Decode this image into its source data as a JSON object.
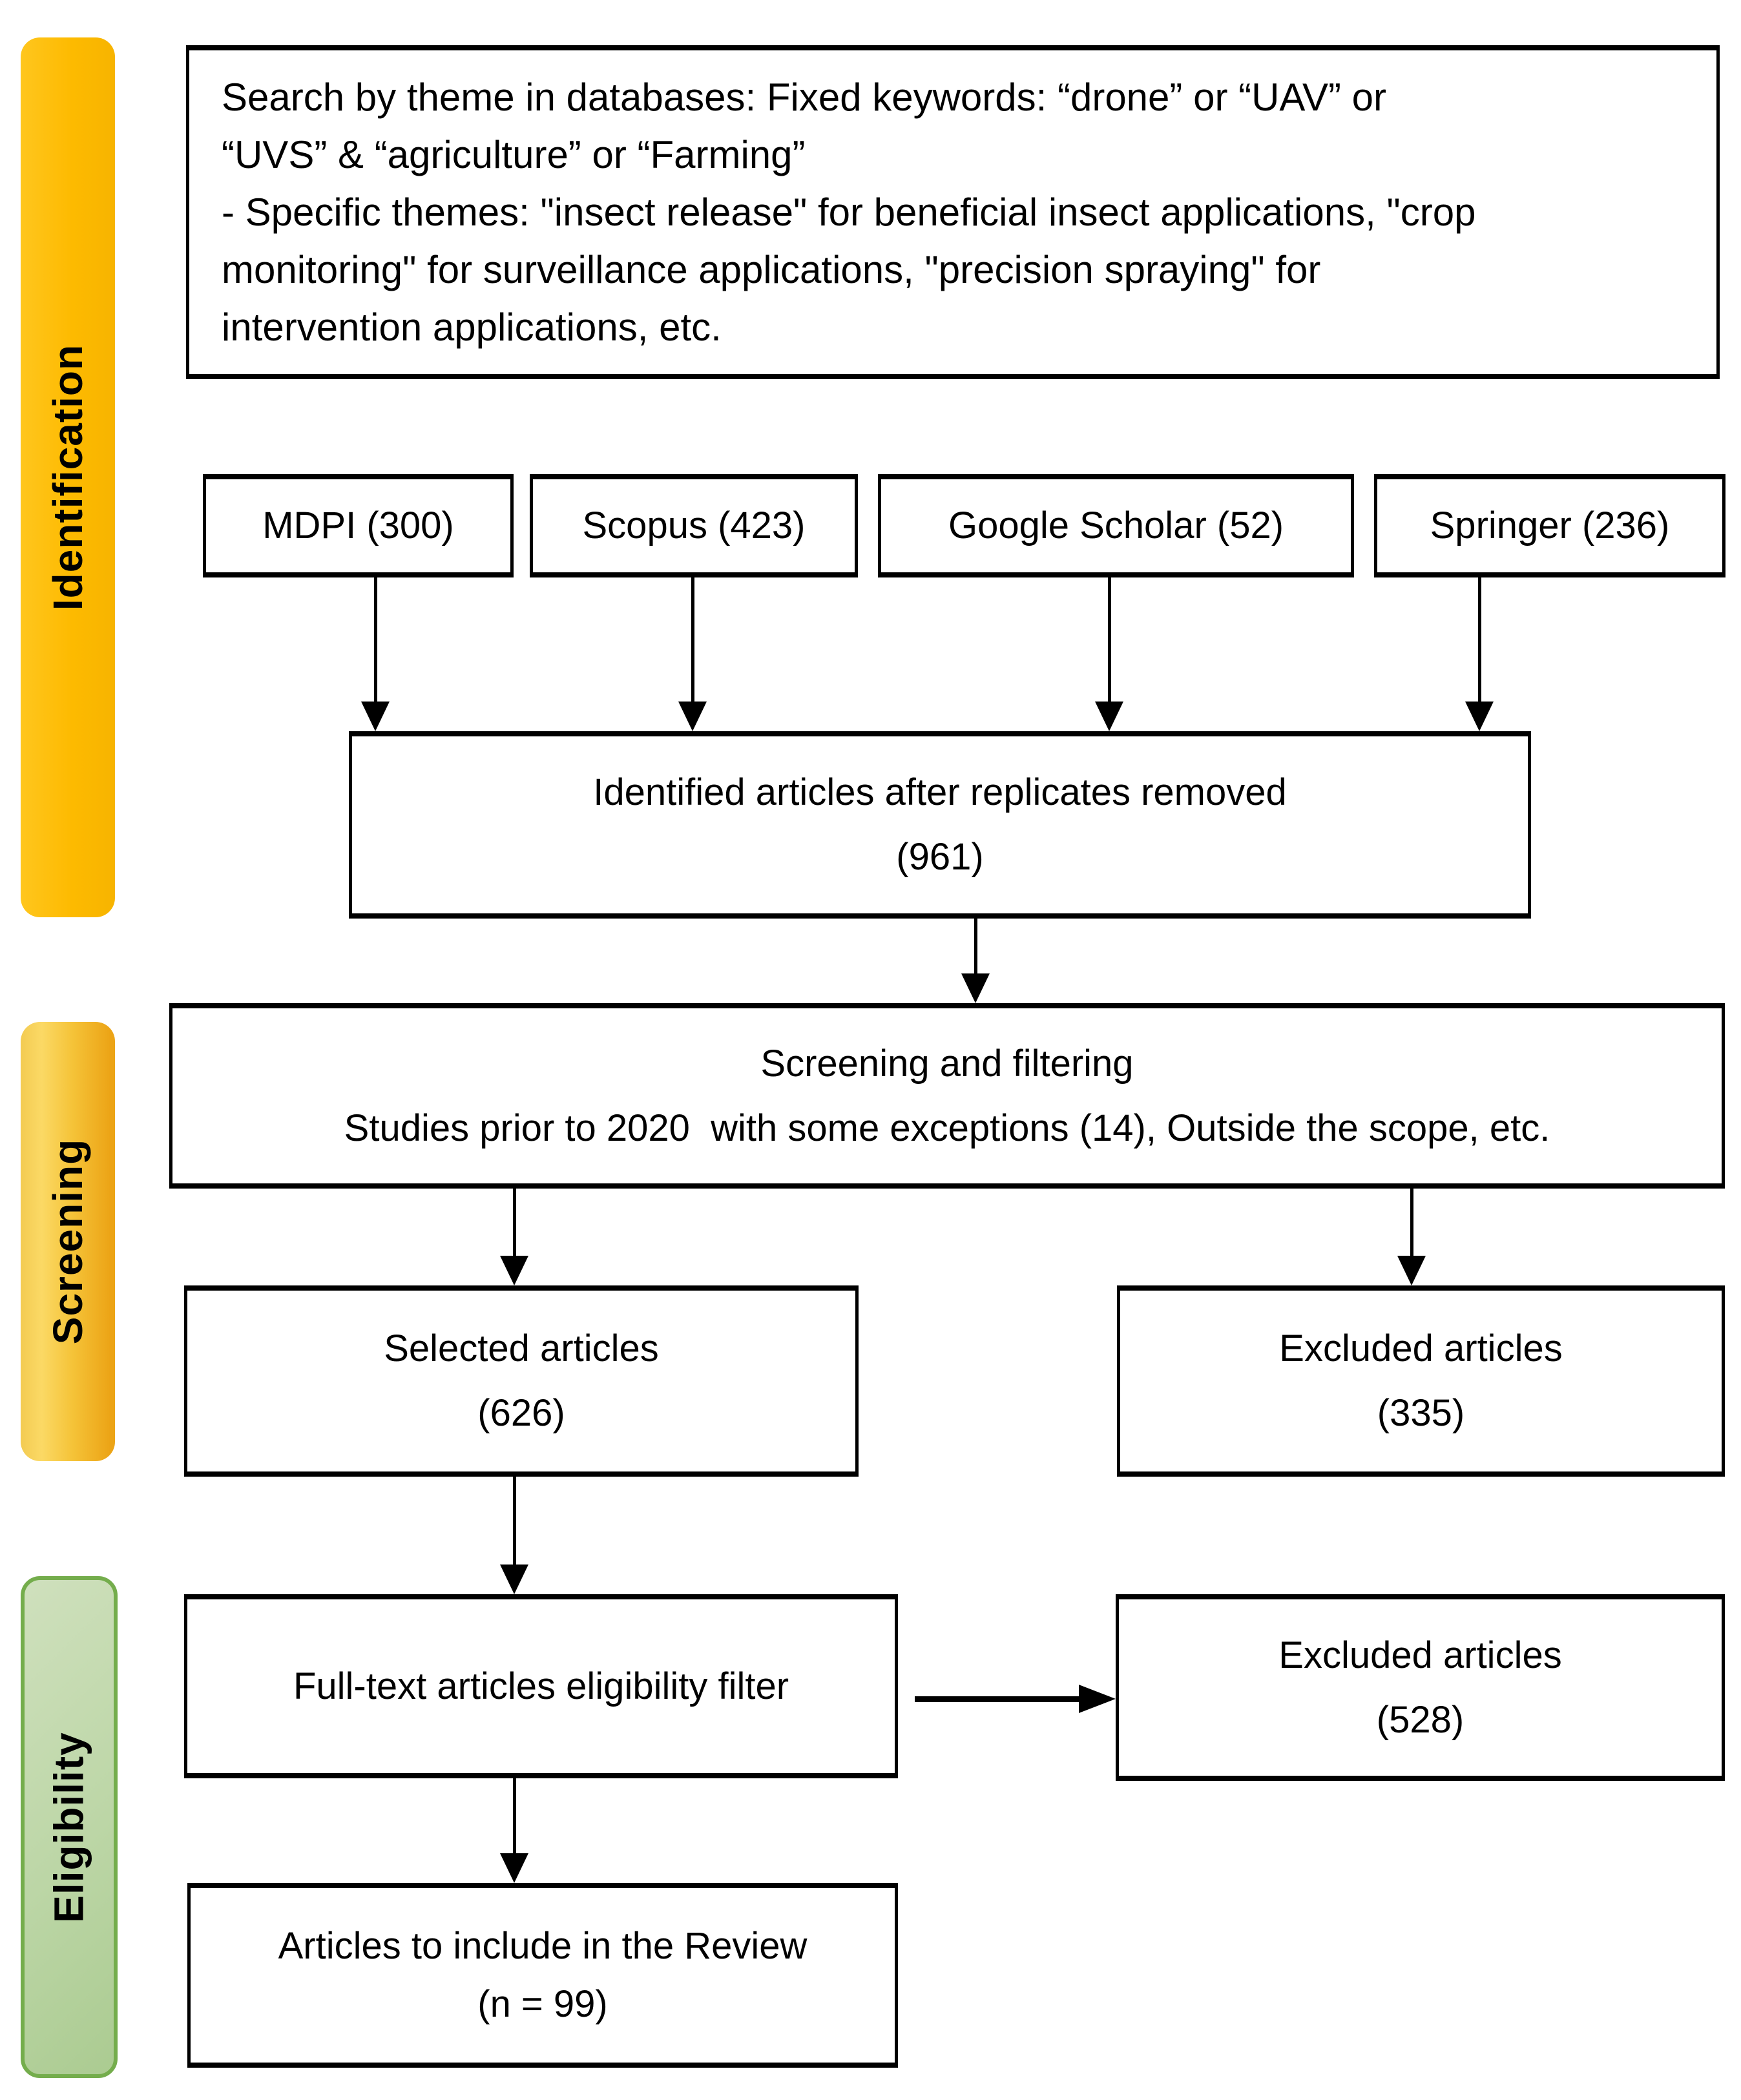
{
  "stages": {
    "identification": {
      "label": "Identification"
    },
    "screening": {
      "label": "Screening"
    },
    "eligibility": {
      "label": "Eligibility"
    }
  },
  "search_strategy": {
    "lines": [
      "Search by theme in databases: Fixed keywords: “drone” or “UAV” or",
      "“UVS” & “agriculture” or “Farming”",
      "- Specific themes: \"insect release\" for beneficial insect applications, \"crop",
      "monitoring\" for surveillance applications, \"precision spraying\" for",
      "intervention applications, etc."
    ]
  },
  "databases": [
    {
      "label": "MDPI (300)"
    },
    {
      "label": "Scopus (423)"
    },
    {
      "label": "Google Scholar (52)"
    },
    {
      "label": "Springer (236)"
    }
  ],
  "identified": {
    "line1": "Identified articles after replicates removed",
    "line2": "(961)"
  },
  "screening_filter": {
    "line1": "Screening and filtering",
    "line2": "Studies prior to 2020  with some exceptions (14), Outside the scope, etc."
  },
  "selected": {
    "line1": "Selected articles",
    "line2": "(626)"
  },
  "excluded_screening": {
    "line1": "Excluded articles",
    "line2": "(335)"
  },
  "fulltext": {
    "label": "Full-text articles eligibility filter"
  },
  "excluded_eligibility": {
    "line1": "Excluded articles",
    "line2": "(528)"
  },
  "review": {
    "line1": "Articles to include in the Review",
    "line2": "(n = 99)"
  },
  "colors": {
    "identification_bar": "#fdba00",
    "screening_bar_light": "#fbd965",
    "screening_bar_dark": "#eca416",
    "eligibility_bar_fill": "#bcd6a6",
    "eligibility_bar_border": "#74ad4c",
    "box_border": "#000000",
    "arrow": "#000000",
    "background": "#ffffff"
  }
}
